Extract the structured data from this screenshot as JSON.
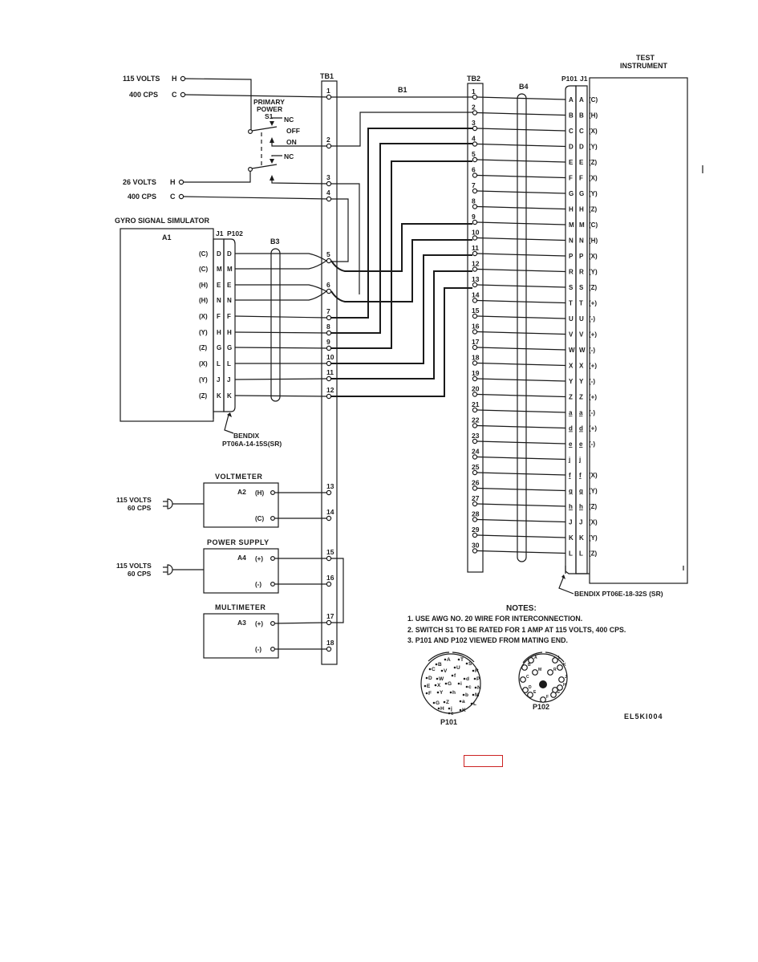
{
  "drawing_id": "EL5KI004",
  "sources": {
    "s1": {
      "line1": "115 VOLTS",
      "h": "H",
      "line2": "400 CPS",
      "c": "C"
    },
    "s2": {
      "line1": "26 VOLTS",
      "h": "H",
      "line2": "400 CPS",
      "c": "C"
    }
  },
  "switch": {
    "title_1": "PRIMARY",
    "title_2": "POWER",
    "ref": "S1",
    "nc_top": "NC",
    "off": "OFF",
    "on": "ON",
    "nc_bottom": "NC"
  },
  "cables": {
    "b1": "B1",
    "b3": "B3",
    "b4": "B4"
  },
  "tb1": {
    "label": "TB1",
    "terminals": [
      "1",
      "2",
      "3",
      "4",
      "5",
      "6",
      "7",
      "8",
      "9",
      "10",
      "11",
      "12",
      "13",
      "14",
      "15",
      "16",
      "17",
      "18"
    ]
  },
  "tb2": {
    "label": "TB2",
    "terminals": [
      "1",
      "2",
      "3",
      "4",
      "5",
      "6",
      "7",
      "8",
      "9",
      "10",
      "11",
      "12",
      "13",
      "14",
      "15",
      "16",
      "17",
      "18",
      "19",
      "20",
      "21",
      "22",
      "23",
      "24",
      "25",
      "26",
      "27",
      "28",
      "29",
      "30"
    ]
  },
  "gyro": {
    "title": "GYRO SIGNAL SIMULATOR",
    "ref": "A1",
    "j_label": "J1",
    "p_label": "P102",
    "pins": [
      {
        "sig": "(C)",
        "pin": "D"
      },
      {
        "sig": "(C)",
        "pin": "M"
      },
      {
        "sig": "(H)",
        "pin": "E"
      },
      {
        "sig": "(H)",
        "pin": "N"
      },
      {
        "sig": "(X)",
        "pin": "F"
      },
      {
        "sig": "(Y)",
        "pin": "H"
      },
      {
        "sig": "(Z)",
        "pin": "G"
      },
      {
        "sig": "(X)",
        "pin": "L"
      },
      {
        "sig": "(Y)",
        "pin": "J"
      },
      {
        "sig": "(Z)",
        "pin": "K"
      }
    ],
    "connector_1": "BENDIX",
    "connector_2": "PT06A-14-15S(SR)"
  },
  "test_instrument": {
    "title_1": "TEST",
    "title_2": "INSTRUMENT",
    "p_label": "P101",
    "j_label": "J1",
    "pins": [
      {
        "pin": "A",
        "sig": "(C)"
      },
      {
        "pin": "B",
        "sig": "(H)"
      },
      {
        "pin": "C",
        "sig": "(X)"
      },
      {
        "pin": "D",
        "sig": "(Y)"
      },
      {
        "pin": "E",
        "sig": "(Z)"
      },
      {
        "pin": "F",
        "sig": "(X)"
      },
      {
        "pin": "G",
        "sig": "(Y)"
      },
      {
        "pin": "H",
        "sig": "(Z)"
      },
      {
        "pin": "M",
        "sig": "(C)"
      },
      {
        "pin": "N",
        "sig": "(H)"
      },
      {
        "pin": "P",
        "sig": "(X)"
      },
      {
        "pin": "R",
        "sig": "(Y)"
      },
      {
        "pin": "S",
        "sig": "(Z)"
      },
      {
        "pin": "T",
        "sig": "(+)"
      },
      {
        "pin": "U",
        "sig": "(-)"
      },
      {
        "pin": "V",
        "sig": "(+)"
      },
      {
        "pin": "W",
        "sig": "(-)"
      },
      {
        "pin": "X",
        "sig": "(+)"
      },
      {
        "pin": "Y",
        "sig": "(-)"
      },
      {
        "pin": "Z",
        "sig": "(+)"
      },
      {
        "pin": "a",
        "sig": "(-)"
      },
      {
        "pin": "d",
        "sig": "(+)"
      },
      {
        "pin": "e",
        "sig": "(-)"
      },
      {
        "pin": "j",
        "sig": ""
      },
      {
        "pin": "f",
        "sig": "(X)"
      },
      {
        "pin": "g",
        "sig": "(Y)"
      },
      {
        "pin": "h",
        "sig": "(Z)"
      },
      {
        "pin": "J",
        "sig": "(X)"
      },
      {
        "pin": "K",
        "sig": "(Y)"
      },
      {
        "pin": "L",
        "sig": "(Z)"
      }
    ],
    "connector": "BENDIX PT06E-18-32S (SR)"
  },
  "instruments": [
    {
      "title": "VOLTMETER",
      "ref": "A2",
      "t1": "(H)",
      "t2": "(C)",
      "supply_1": "115 VOLTS",
      "supply_2": "60 CPS",
      "tb": [
        "13",
        "14"
      ]
    },
    {
      "title": "POWER SUPPLY",
      "ref": "A4",
      "t1": "(+)",
      "t2": "(-)",
      "supply_1": "115 VOLTS",
      "supply_2": "60 CPS",
      "tb": [
        "15",
        "16"
      ]
    },
    {
      "title": "MULTIMETER",
      "ref": "A3",
      "t1": "(+)",
      "t2": "(-)",
      "supply_1": "",
      "supply_2": "",
      "tb": [
        "17",
        "18"
      ]
    }
  ],
  "notes": {
    "title": "NOTES:",
    "items": [
      "1. USE AWG NO. 20 WIRE FOR INTERCONNECTION.",
      "2. SWITCH S1 TO BE RATED FOR 1 AMP AT 115 VOLTS, 400 CPS.",
      "3. P101 AND P102 VIEWED FROM MATING END."
    ]
  },
  "connector_views": {
    "p101": {
      "label": "P101",
      "pins": [
        "A",
        "T",
        "B",
        "C",
        "S",
        "U",
        "V",
        "R",
        "D",
        "W",
        "f",
        "d",
        "P",
        "E",
        "X",
        "G",
        "i",
        "c",
        "N",
        "F",
        "Y",
        "h",
        "b",
        "M",
        "G",
        "Z",
        "a",
        "L",
        "H",
        "j",
        "K",
        "e"
      ]
    },
    "p102": {
      "label": "P102",
      "pins": [
        "A",
        "L",
        "B",
        "K",
        "M",
        "R",
        "C",
        "J",
        "D",
        "P",
        "H",
        "E",
        "F",
        "G"
      ]
    }
  }
}
